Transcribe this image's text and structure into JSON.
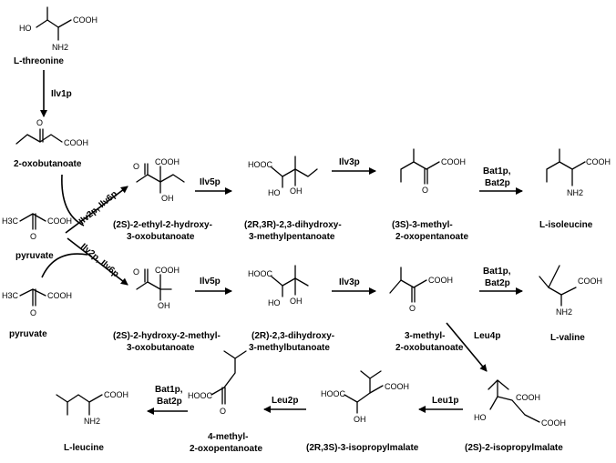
{
  "compounds": {
    "threonine": "L-threonine",
    "oxobutanoate": "2-oxobutanoate",
    "pyruvate_top": "pyruvate",
    "pyruvate_bottom": "pyruvate",
    "ethyl_hydroxy": [
      "(2S)-2-ethyl-2-hydroxy-",
      "3-oxobutanoate"
    ],
    "dihydroxy_pentanoate": [
      "(2R,3R)-2,3-dihydroxy-",
      "3-methylpentanoate"
    ],
    "methyl_oxopentanoate": [
      "(3S)-3-methyl-",
      "2-oxopentanoate"
    ],
    "isoleucine": "L-isoleucine",
    "hydroxy_methyl": [
      "(2S)-2-hydroxy-2-methyl-",
      "3-oxobutanoate"
    ],
    "dihydroxy_butanoate": [
      "(2R)-2,3-dihydroxy-",
      "3-methylbutanoate"
    ],
    "methyl_oxobutanoate": [
      "3-methyl-",
      "2-oxobutanoate"
    ],
    "valine": "L-valine",
    "isopropylmalate_2s": "(2S)-2-isopropylmalate",
    "isopropylmalate_2r3s": "(2R,3S)-3-isopropylmalate",
    "methyl_oxopentanoate_4": [
      "4-methyl-",
      "2-oxopentanoate"
    ],
    "leucine": "L-leucine"
  },
  "enzymes": {
    "ilv1": "Ilv1p",
    "ilv2_top": "Ilv2p, Ilv6p",
    "ilv2_bottom": "Ilv2p, Ilv6p",
    "ilv5_top": "Ilv5p",
    "ilv5_bottom": "Ilv5p",
    "ilv3_top": "Ilv3p",
    "ilv3_bottom": "Ilv3p",
    "bat_top": [
      "Bat1p,",
      "Bat2p"
    ],
    "bat_mid": [
      "Bat1p,",
      "Bat2p"
    ],
    "bat_bottom": [
      "Bat1p,",
      "Bat2p"
    ],
    "leu4": "Leu4p",
    "leu1": "Leu1p",
    "leu2": "Leu2p"
  },
  "atoms": {
    "ho": "HO",
    "oh": "OH",
    "nh2": "NH2",
    "cooh": "COOH",
    "hooc": "HOOC",
    "o": "O",
    "h3c": "H3C"
  }
}
